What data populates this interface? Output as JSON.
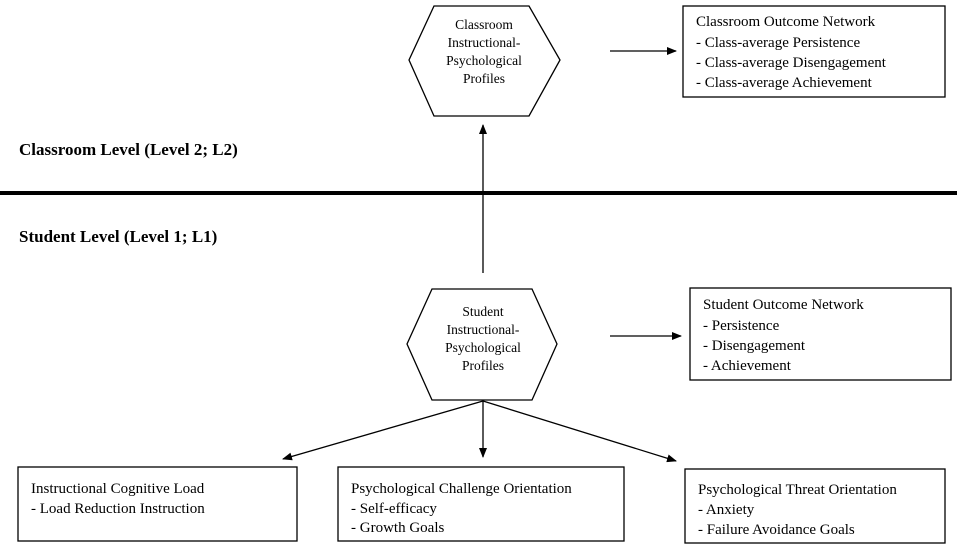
{
  "levels": {
    "classroom": "Classroom Level (Level 2; L2)",
    "student": "Student Level (Level 1; L1)"
  },
  "classroom_profiles": {
    "lines": [
      "Classroom",
      "Instructional-",
      "Psychological",
      "Profiles"
    ]
  },
  "classroom_outcomes": {
    "title": "Classroom Outcome Network",
    "items": [
      "- Class-average Persistence",
      "- Class-average Disengagement",
      "- Class-average Achievement"
    ]
  },
  "student_profiles": {
    "lines": [
      "Student",
      "Instructional-",
      "Psychological",
      "Profiles"
    ]
  },
  "student_outcomes": {
    "title": "Student Outcome Network",
    "items": [
      "- Persistence",
      "- Disengagement",
      "- Achievement"
    ]
  },
  "cognitive_load": {
    "title": "Instructional Cognitive Load",
    "items": [
      "- Load Reduction Instruction"
    ]
  },
  "challenge_orientation": {
    "title": "Psychological Challenge Orientation",
    "items": [
      "- Self-efficacy",
      "- Growth Goals"
    ]
  },
  "threat_orientation": {
    "title": "Psychological Threat Orientation",
    "items": [
      "- Anxiety",
      "- Failure Avoidance Goals"
    ]
  }
}
